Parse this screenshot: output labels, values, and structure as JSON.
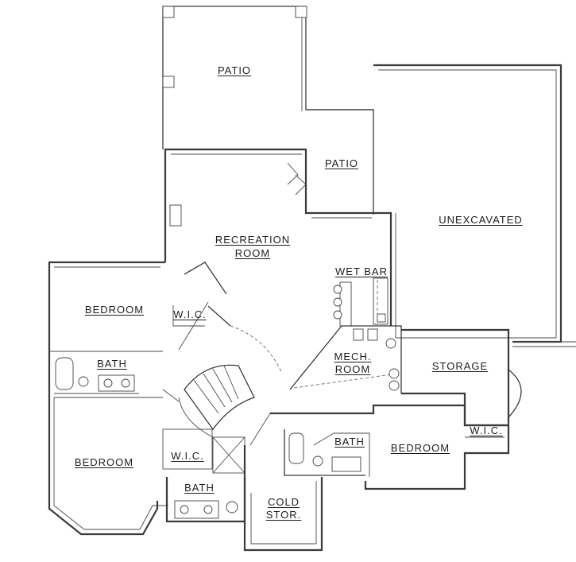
{
  "rooms": {
    "patio_top": "PATIO",
    "patio_side": "PATIO",
    "unexcavated": "UNEXCAVATED",
    "recreation_line1": "RECREATION",
    "recreation_line2": "ROOM",
    "wet_bar": "WET BAR",
    "bedroom_nw": "BEDROOM",
    "wic_nw": "W.I.C.",
    "bath_nw": "BATH",
    "mech_line1": "MECH.",
    "mech_line2": "ROOM",
    "storage": "STORAGE",
    "bath_center": "BATH",
    "bedroom_east": "BEDROOM",
    "wic_east": "W.I.C.",
    "bedroom_sw": "BEDROOM",
    "wic_sw": "W.I.C.",
    "bath_sw": "BATH",
    "cold_line1": "COLD",
    "cold_line2": "STOR."
  }
}
